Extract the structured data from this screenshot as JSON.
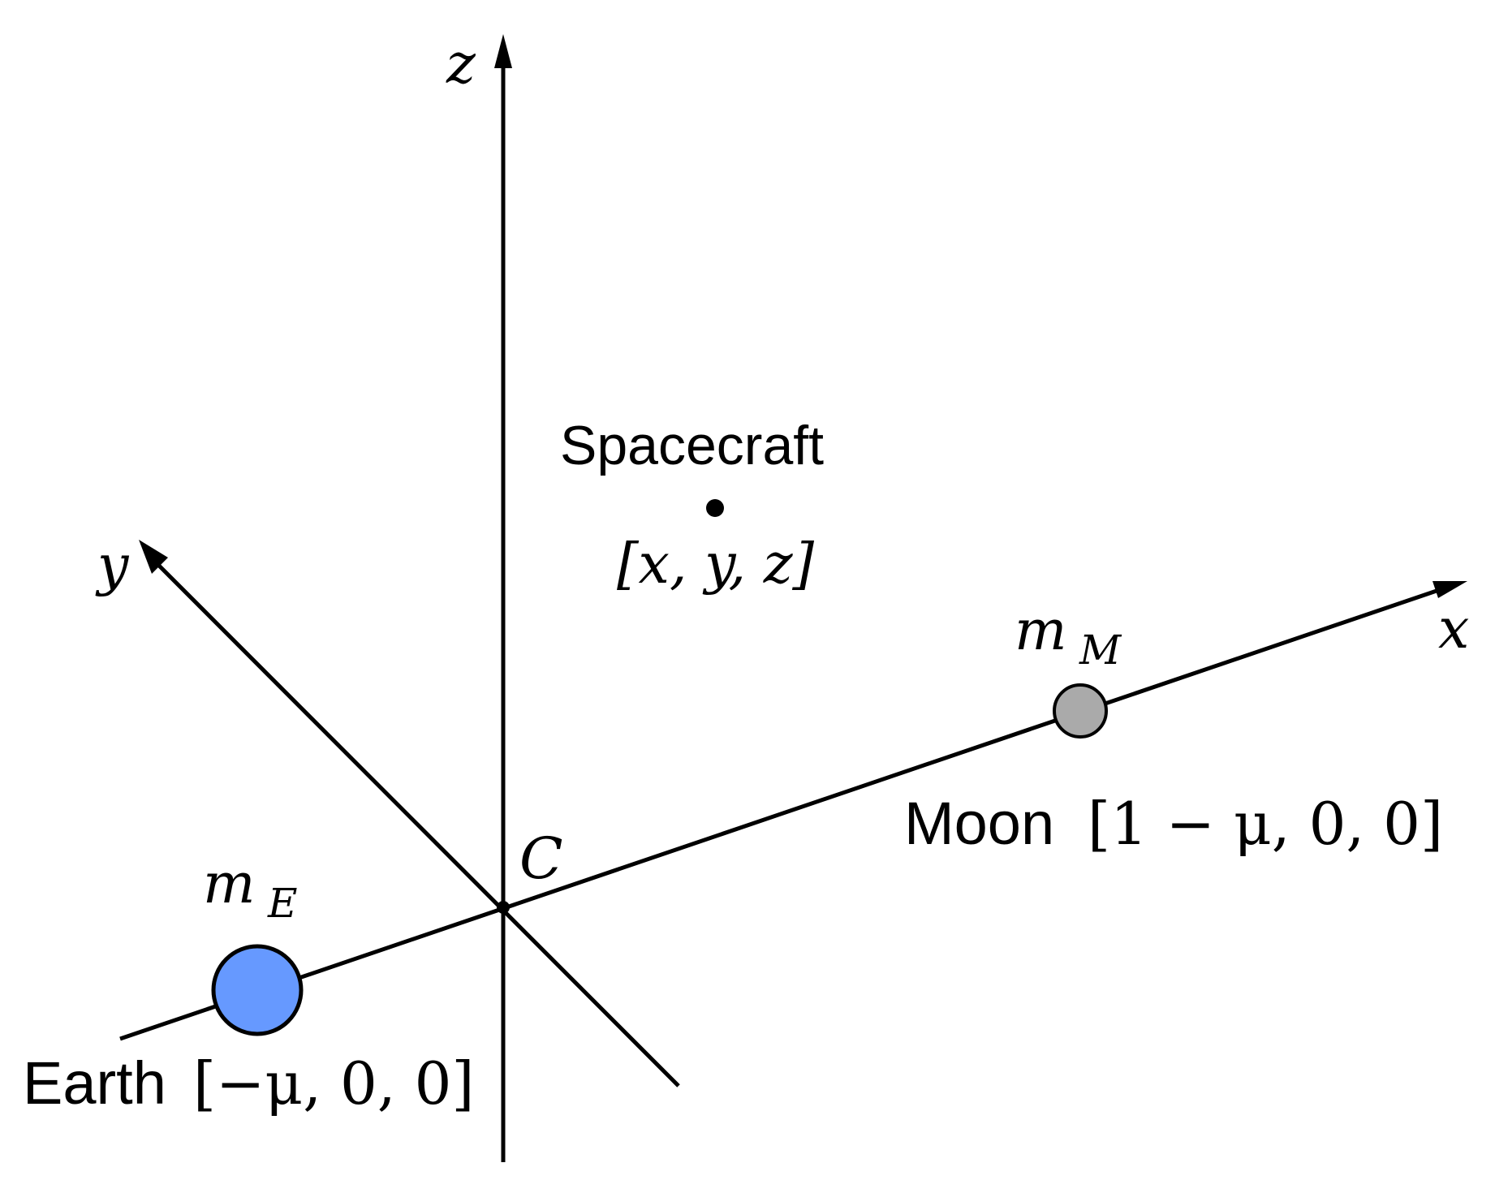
{
  "axes": {
    "x_label": "x",
    "y_label": "y",
    "z_label": "z",
    "origin_label": "C"
  },
  "spacecraft": {
    "label": "Spacecraft",
    "coords": "[x, y, z]"
  },
  "earth": {
    "name": "Earth",
    "mass_symbol": "m",
    "mass_subscript": "E",
    "coords": "[−μ, 0, 0]",
    "color": "#6699ff"
  },
  "moon": {
    "name": "Moon",
    "mass_symbol": "m",
    "mass_subscript": "M",
    "coords": "[1 − μ, 0, 0]",
    "color": "#aaaaaa"
  }
}
